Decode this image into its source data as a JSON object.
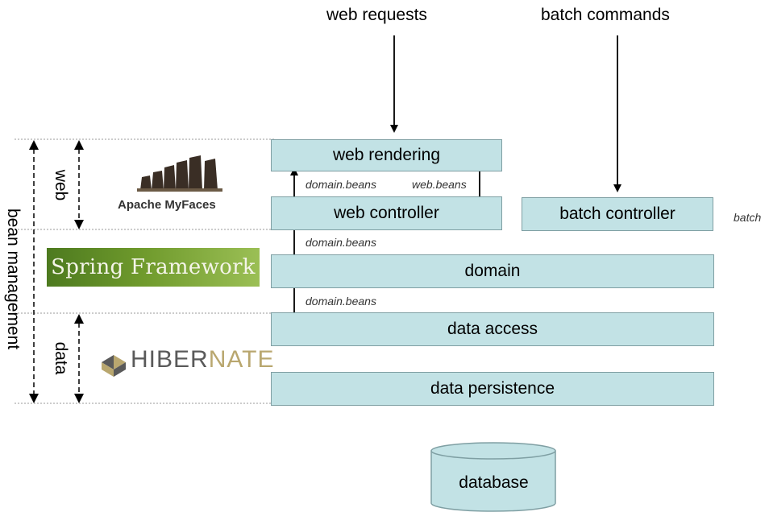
{
  "inputs": {
    "web_requests": "web requests",
    "batch_commands": "batch commands"
  },
  "layers": {
    "web_rendering": "web rendering",
    "web_controller": "web controller",
    "batch_controller": "batch controller",
    "domain": "domain",
    "data_access": "data access",
    "data_persistence": "data persistence",
    "database": "database"
  },
  "bean_labels": {
    "domain_beans_web": "domain.beans",
    "web_beans": "web.beans",
    "domain_beans_domain": "domain.beans",
    "domain_beans_data": "domain.beans",
    "batch": "batch"
  },
  "side_labels": {
    "bean_management": "bean management",
    "web": "web",
    "data": "data"
  },
  "logos": {
    "myfaces": "Apache MyFaces",
    "spring": "Spring Framework",
    "hibernate_part1": "HIBER",
    "hibernate_part2": "NATE"
  },
  "colors": {
    "box_fill": "#c2e2e5",
    "box_border": "#7f9fa3",
    "hibernate_gold": "#b9a76f",
    "spring_green": "#6f9a2c"
  }
}
